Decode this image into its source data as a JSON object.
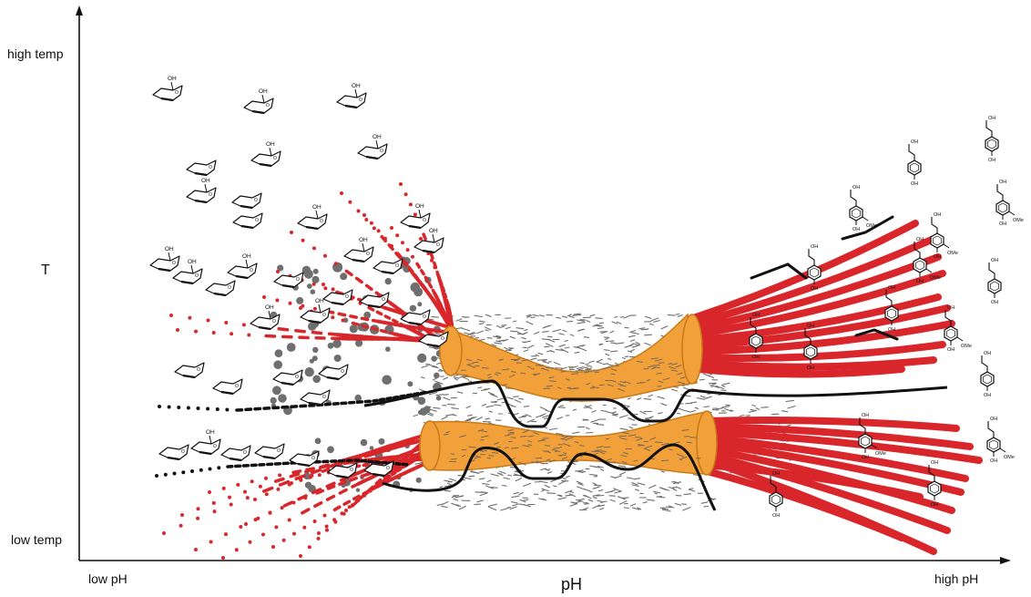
{
  "axes": {
    "y_high": "high temp",
    "y_mid": "T",
    "y_low": "low temp",
    "x_low": "low pH",
    "x_mid": "pH",
    "x_high": "high pH"
  },
  "molecule_labels": {
    "hydroxyl": "OH",
    "methoxy": "OMe"
  },
  "colors": {
    "fibril_red": "#d9262b",
    "bundle_orange": "#f2a03a",
    "bundle_outline": "#c77a1a",
    "speckle_gray": "#6f6f6f",
    "backbone_black": "#111111"
  },
  "icons": {
    "sugar": "glucose-ring-icon",
    "lignin": "phenylpropanoid-unit-icon"
  }
}
